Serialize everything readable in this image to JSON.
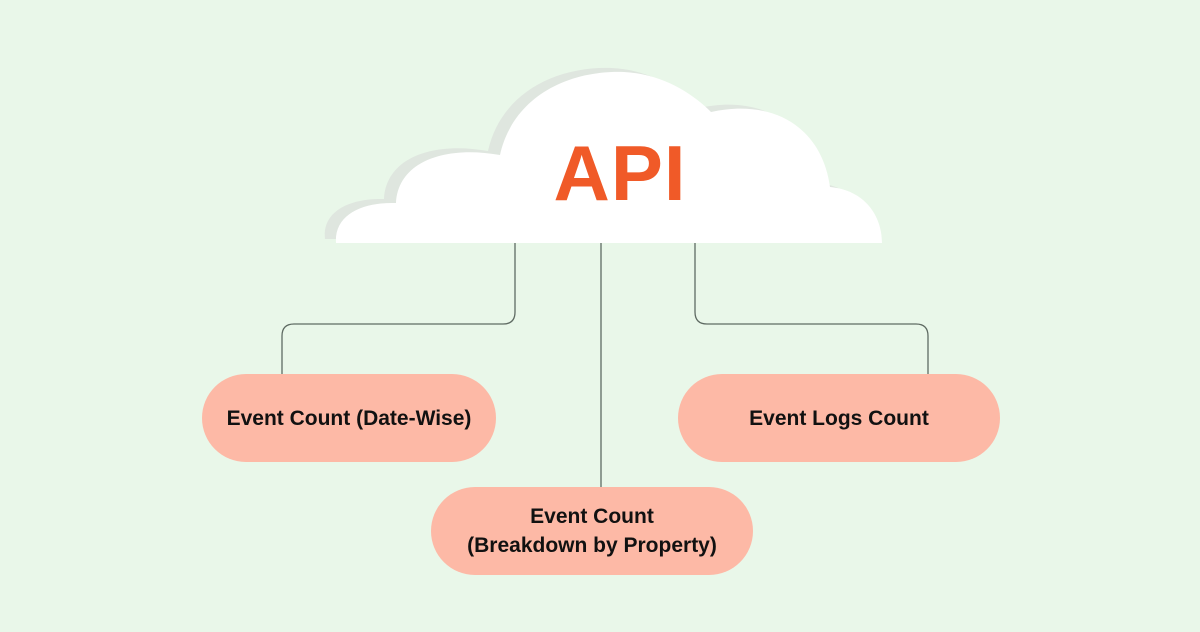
{
  "diagram": {
    "root": {
      "label": "API"
    },
    "nodes": [
      {
        "id": "date-wise",
        "lines": [
          "Event Count (Date-Wise)"
        ]
      },
      {
        "id": "breakdown",
        "lines": [
          "Event Count",
          "(Breakdown by Property)"
        ]
      },
      {
        "id": "logs",
        "lines": [
          "Event Logs Count"
        ]
      }
    ],
    "colors": {
      "background": "#e9f7e9",
      "cloud": "#ffffff",
      "accent": "#f05a28",
      "node_fill": "#fdb9a6",
      "connector": "#5f6b63"
    }
  }
}
